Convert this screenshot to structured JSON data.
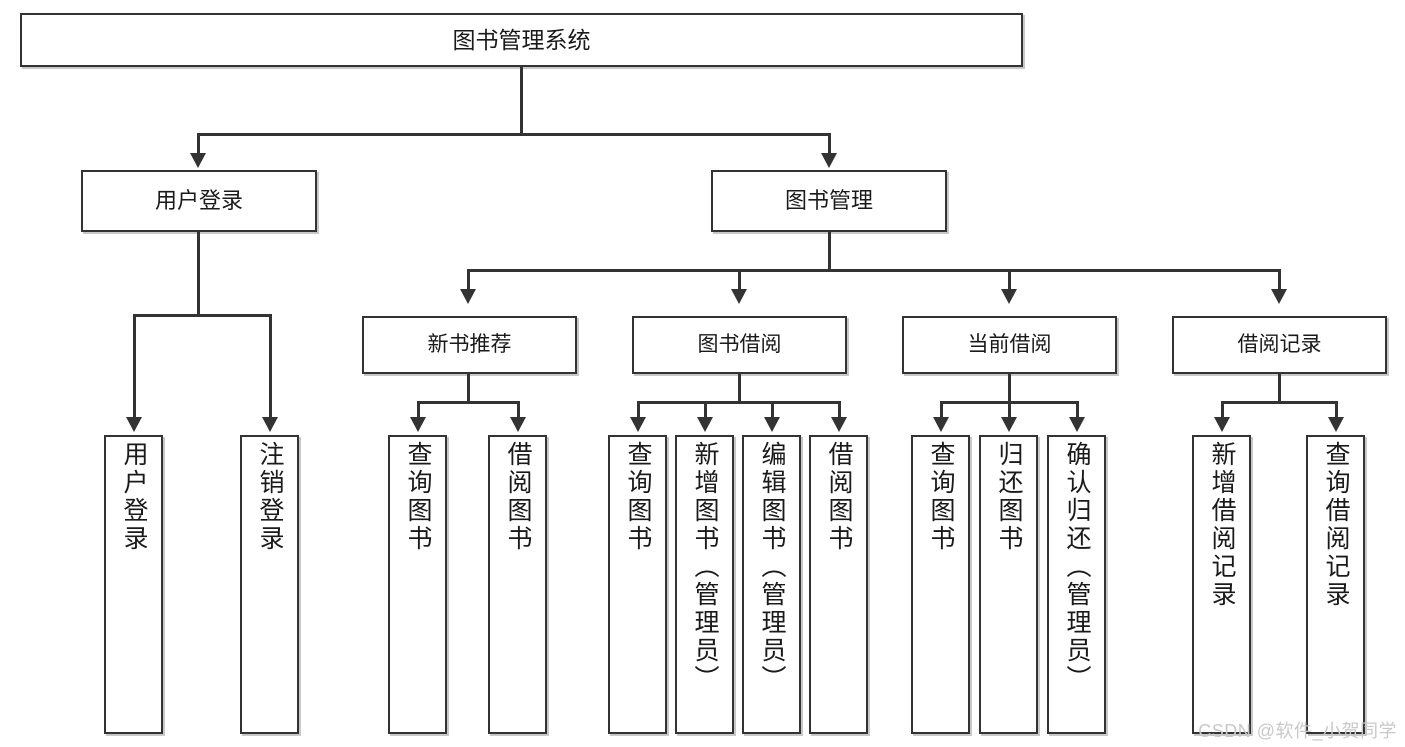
{
  "diagram": {
    "type": "tree-hierarchy",
    "title": "图书管理系统",
    "watermark": "CSDN @软件_小贺同学",
    "colors": {
      "background": "#ffffff",
      "stroke": "#333333",
      "text": "#1a1a1a",
      "shadow": "#aaaaaa",
      "watermark": "#c9c9c9"
    },
    "nodes": {
      "root": {
        "label": "图书管理系统"
      },
      "tier2": [
        {
          "label": "用户登录"
        },
        {
          "label": "图书管理"
        }
      ],
      "tier3": [
        {
          "label": "新书推荐"
        },
        {
          "label": "图书借阅"
        },
        {
          "label": "当前借阅"
        },
        {
          "label": "借阅记录"
        }
      ],
      "leaves": {
        "user_login": [
          {
            "label": "用户登录"
          },
          {
            "label": "注销登录"
          }
        ],
        "new_book": [
          {
            "label": "查询图书"
          },
          {
            "label": "借阅图书"
          }
        ],
        "book_borrow": [
          {
            "label": "查询图书"
          },
          {
            "label": "新增图书（管理员）"
          },
          {
            "label": "编辑图书（管理员）"
          },
          {
            "label": "借阅图书"
          }
        ],
        "current_borrow": [
          {
            "label": "查询图书"
          },
          {
            "label": "归还图书"
          },
          {
            "label": "确认归还（管理员）"
          }
        ],
        "borrow_record": [
          {
            "label": "新增借阅记录"
          },
          {
            "label": "查询借阅记录"
          }
        ]
      }
    }
  }
}
